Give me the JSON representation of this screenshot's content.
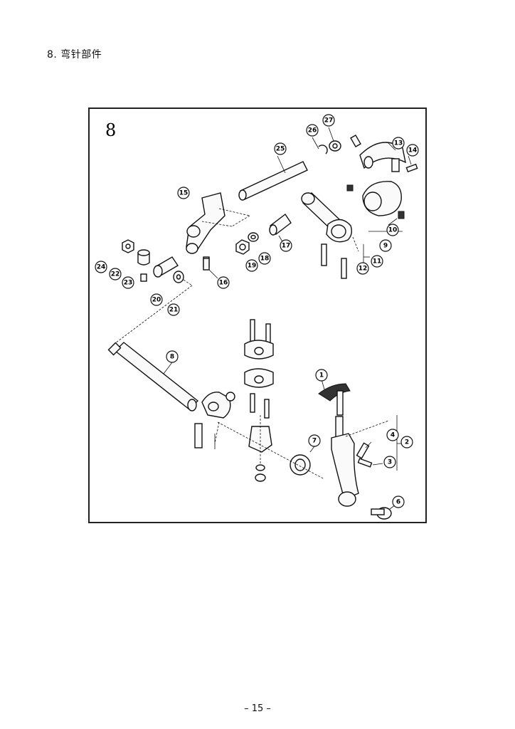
{
  "section": {
    "title": "8. 弯针部件"
  },
  "figure": {
    "label": "8",
    "callouts": [
      "1",
      "2",
      "3",
      "4",
      "6",
      "7",
      "8",
      "9",
      "10",
      "11",
      "12",
      "13",
      "14",
      "15",
      "16",
      "17",
      "18",
      "19",
      "20",
      "21",
      "22",
      "23",
      "24",
      "25",
      "26",
      "27"
    ]
  },
  "footer": {
    "page_number": "– 15 –"
  }
}
